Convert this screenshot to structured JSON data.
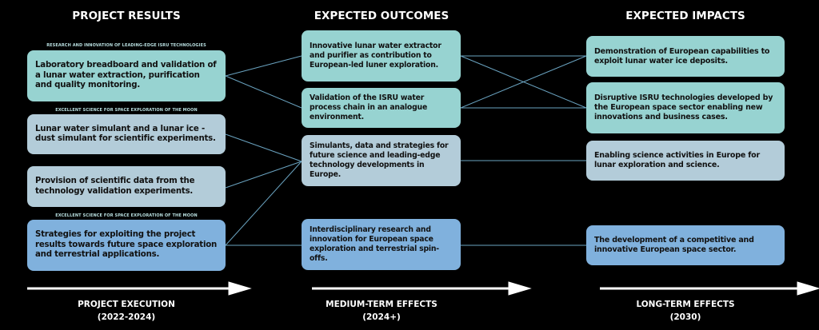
{
  "headers": [
    "PROJECT RESULTS",
    "EXPECTED OUTCOMES",
    "EXPECTED IMPACTS"
  ],
  "labels": [
    "RESEARCH AND INNOVATION OF LEADING-EDGE ISRU TECHNOLOGIES",
    "EXCELLENT SCIENCE FOR SPACE EXPLORATION OF THE MOON",
    "EXCELLENT SCIENCE FOR SPACE EXPLORATION OF THE MOON"
  ],
  "results": [
    "Laboratory breadboard and validation of a lunar water extraction, purification and quality monitoring.",
    "Lunar water simulant and a lunar ice -dust simulant for scientific experiments.",
    "Provision of scientific data from the technology validation experiments.",
    "Strategies for exploiting the project results towards future space exploration and terrestrial applications."
  ],
  "outcomes": [
    "Innovative lunar water extractor and purifier as contribution to European-led luner exploration.",
    "Validation of the ISRU water process chain in an analogue environment.",
    "Simulants, data and strategies for future science and leading-edge technology developments in Europe.",
    "Interdisciplinary research and innovation for European space exploration and terrestrial spin-offs."
  ],
  "impacts": [
    "Demonstration of European capabilities to exploit lunar water ice deposits.",
    "Disruptive ISRU technologies developed by the European space sector enabling new innovations and business cases.",
    "Enabling science activities in Europe for lunar exploration and science.",
    "The development of a competitive and innovative European space sector."
  ],
  "footer": [
    {
      "title": "PROJECT EXECUTION",
      "period": "(2022-2024)"
    },
    {
      "title": "MEDIUM-TERM EFFECTS",
      "period": "(2024+)"
    },
    {
      "title": "LONG-TERM EFFECTS",
      "period": "(2030)"
    }
  ],
  "colors": {
    "teal": "#97d3d1",
    "grey": "#b3ccd9",
    "blue": "#80b1dd",
    "line": "#6aa3c0"
  }
}
